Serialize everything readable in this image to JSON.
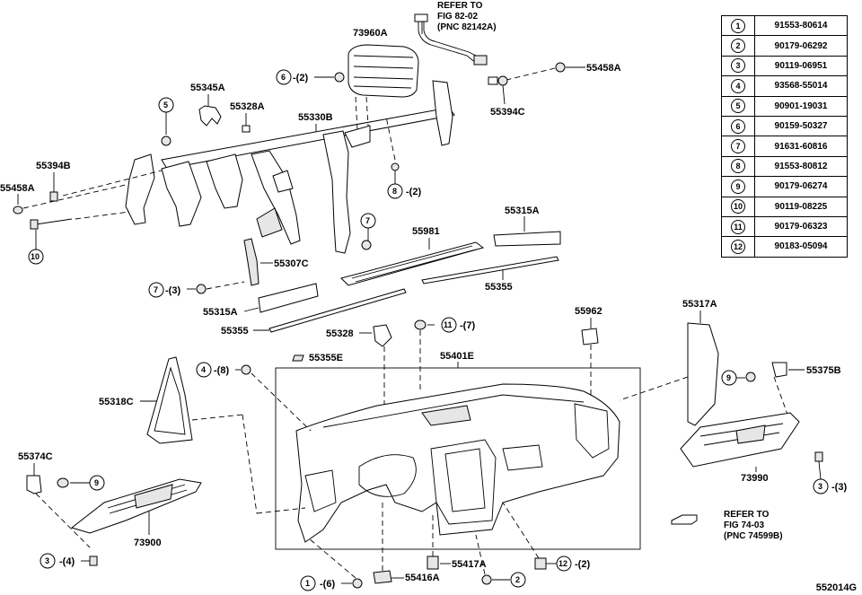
{
  "legend": [
    {
      "num": "1",
      "part": "91553-80614"
    },
    {
      "num": "2",
      "part": "90179-06292"
    },
    {
      "num": "3",
      "part": "90119-06951"
    },
    {
      "num": "4",
      "part": "93568-55014"
    },
    {
      "num": "5",
      "part": "90901-19031"
    },
    {
      "num": "6",
      "part": "90159-50327"
    },
    {
      "num": "7",
      "part": "91631-60816"
    },
    {
      "num": "8",
      "part": "91553-80812"
    },
    {
      "num": "9",
      "part": "90179-06274"
    },
    {
      "num": "10",
      "part": "90119-08225"
    },
    {
      "num": "11",
      "part": "90179-06323"
    },
    {
      "num": "12",
      "part": "90183-05094"
    }
  ],
  "refs": {
    "top_line1": "REFER TO",
    "top_line2": "FIG 82-02",
    "top_line3": "(PNC 82142A)",
    "bottom_line1": "REFER TO",
    "bottom_line2": "FIG 74-03",
    "bottom_line3": "(PNC 74599B)"
  },
  "labels": {
    "p73960A": "73960A",
    "p55458A_r": "55458A",
    "p55394C": "55394C",
    "p55345A": "55345A",
    "p55328A": "55328A",
    "p55330B": "55330B",
    "p55394B": "55394B",
    "p55458A_l": "55458A",
    "p55315A_r": "55315A",
    "p55981": "55981",
    "p55307C": "55307C",
    "p55355_r": "55355",
    "p55315A_l": "55315A",
    "p55355_l": "55355",
    "p55328": "55328",
    "p55355E": "55355E",
    "p55401E": "55401E",
    "p55962": "55962",
    "p55317A": "55317A",
    "p55375B": "55375B",
    "p55318C": "55318C",
    "p55374C": "55374C",
    "p73990": "73990",
    "p73900": "73900",
    "p55417A": "55417A",
    "p55416A": "55416A"
  },
  "callouts": {
    "c6": {
      "num": "6",
      "qty": "-(2)"
    },
    "c8": {
      "num": "8",
      "qty": "-(2)"
    },
    "c5": {
      "num": "5"
    },
    "c10": {
      "num": "10"
    },
    "c7a": {
      "num": "7"
    },
    "c7b": {
      "num": "7",
      "qty": "-(3)"
    },
    "c11": {
      "num": "11",
      "qty": "-(7)"
    },
    "c4a": {
      "num": "4",
      "qty": "-(8)"
    },
    "c9a": {
      "num": "9"
    },
    "c9b": {
      "num": "9"
    },
    "c3a": {
      "num": "3",
      "qty": "-(3)"
    },
    "c3b": {
      "num": "3",
      "qty": "-(4)"
    },
    "c1": {
      "num": "1",
      "qty": "-(6)"
    },
    "c2": {
      "num": "2"
    },
    "c12": {
      "num": "12",
      "qty": "-(2)"
    }
  },
  "footer_code": "552014G"
}
